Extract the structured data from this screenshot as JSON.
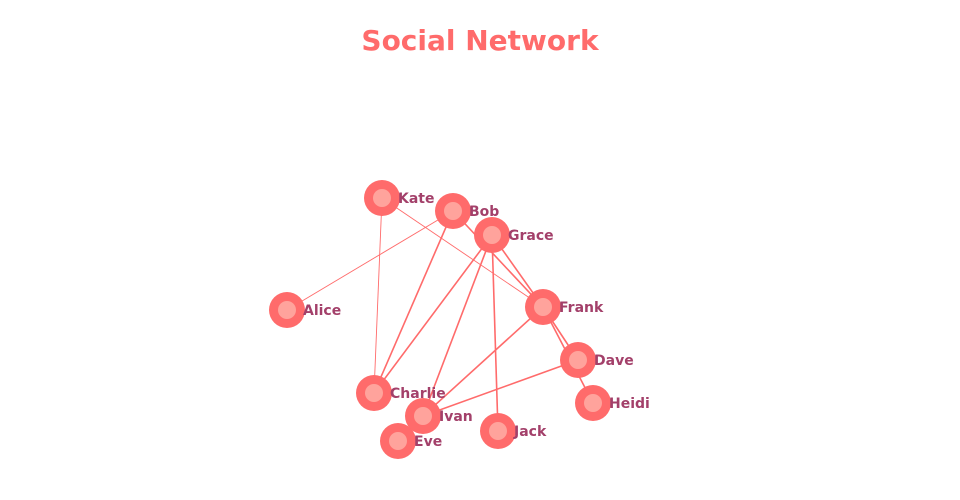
{
  "title": "Social Network",
  "colors": {
    "node_outer": "#ff6b6b",
    "node_inner": "#ffa39c",
    "edge": "#ff6b6b",
    "label": "#a3406a"
  },
  "nodes": [
    {
      "id": "Kate"
    },
    {
      "id": "Bob"
    },
    {
      "id": "Grace"
    },
    {
      "id": "Alice"
    },
    {
      "id": "Frank"
    },
    {
      "id": "Dave"
    },
    {
      "id": "Charlie"
    },
    {
      "id": "Ivan"
    },
    {
      "id": "Heidi"
    },
    {
      "id": "Jack"
    },
    {
      "id": "Eve"
    }
  ],
  "edges": [
    {
      "source": "Kate",
      "target": "Charlie",
      "weight": 1
    },
    {
      "source": "Kate",
      "target": "Frank",
      "weight": 1
    },
    {
      "source": "Bob",
      "target": "Alice",
      "weight": 1
    },
    {
      "source": "Bob",
      "target": "Charlie",
      "weight": 2
    },
    {
      "source": "Bob",
      "target": "Frank",
      "weight": 2
    },
    {
      "source": "Grace",
      "target": "Charlie",
      "weight": 2
    },
    {
      "source": "Grace",
      "target": "Ivan",
      "weight": 2
    },
    {
      "source": "Grace",
      "target": "Jack",
      "weight": 2
    },
    {
      "source": "Grace",
      "target": "Frank",
      "weight": 2
    },
    {
      "source": "Frank",
      "target": "Dave",
      "weight": 2
    },
    {
      "source": "Frank",
      "target": "Heidi",
      "weight": 2
    },
    {
      "source": "Frank",
      "target": "Ivan",
      "weight": 2
    },
    {
      "source": "Dave",
      "target": "Ivan",
      "weight": 2
    }
  ]
}
